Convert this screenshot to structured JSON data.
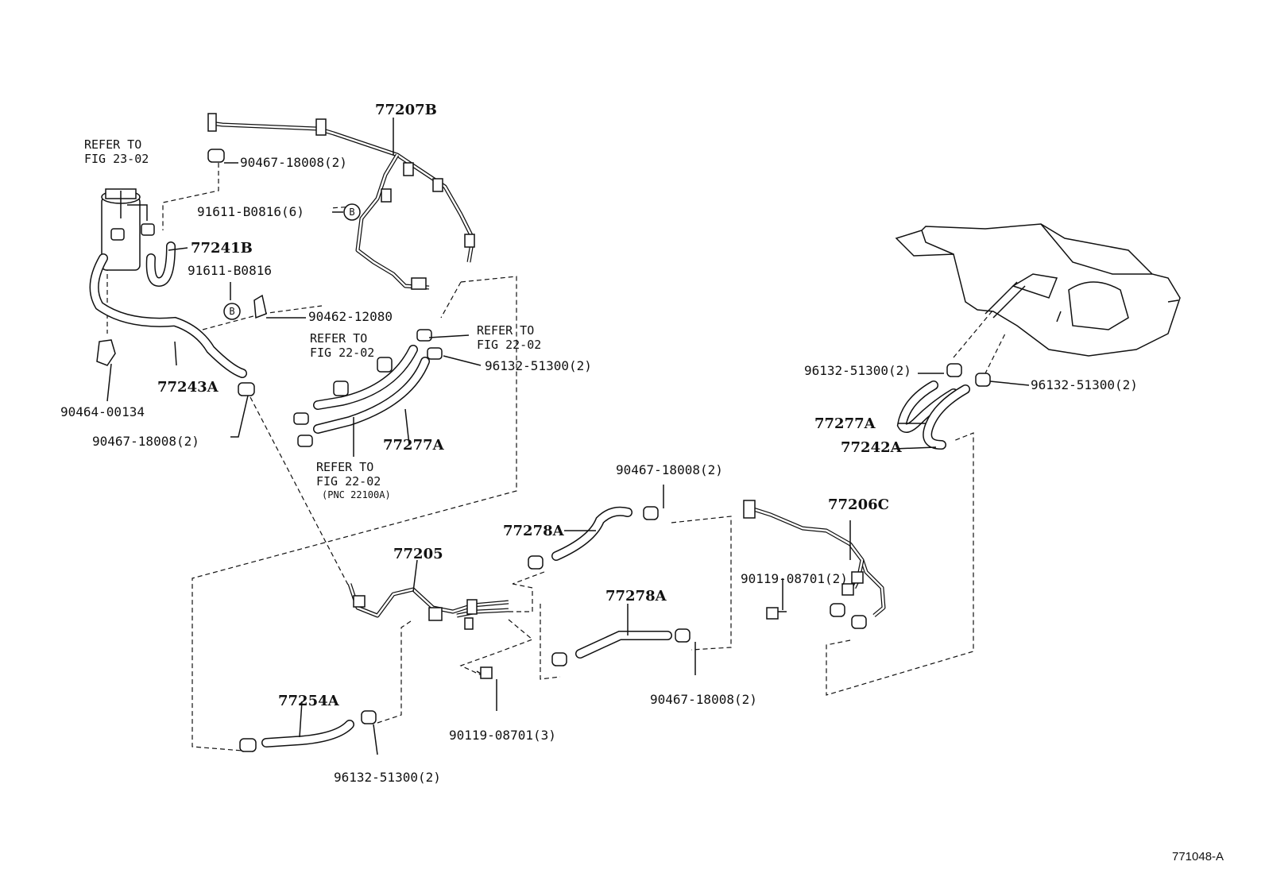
{
  "labels": {
    "p77207B": "77207B",
    "p90467_top": "90467-18008(2)",
    "p91611_b6": "91611-B0816(6)",
    "circle_b": "B",
    "p77241B": "77241B",
    "p91611": "91611-B0816",
    "p90462": "90462-12080",
    "p77243A": "77243A",
    "p90464": "90464-00134",
    "p90467_left": "90467-18008(2)",
    "p96132_mid": "96132-51300(2)",
    "p77277A_mid": "77277A",
    "p96132_tank_left": "96132-51300(2)",
    "p96132_tank_right": "96132-51300(2)",
    "p77277A_right": "77277A",
    "p77242A": "77242A",
    "p90467_right_top": "90467-18008(2)",
    "p77206C": "77206C",
    "p77278A_top": "77278A",
    "p77205": "77205",
    "p90119_right": "90119-08701(2)",
    "p77278A_mid": "77278A",
    "p90467_bottom": "90467-18008(2)",
    "p77254A": "77254A",
    "p90119_bottom": "90119-08701(3)",
    "p96132_bottom": "96132-51300(2)",
    "figure_id": "771048-A"
  },
  "refs": {
    "ref_23_02_l1": "REFER TO",
    "ref_23_02_l2": "FIG 23-02",
    "ref_22_02_a_l1": "REFER TO",
    "ref_22_02_a_l2": "FIG 22-02",
    "ref_22_02_b_l1": "REFER TO",
    "ref_22_02_b_l2": "FIG 22-02",
    "ref_22_02_c_l1": "REFER TO",
    "ref_22_02_c_l2": "FIG 22-02",
    "ref_22_02_c_l3": "(PNC 22100A)"
  }
}
